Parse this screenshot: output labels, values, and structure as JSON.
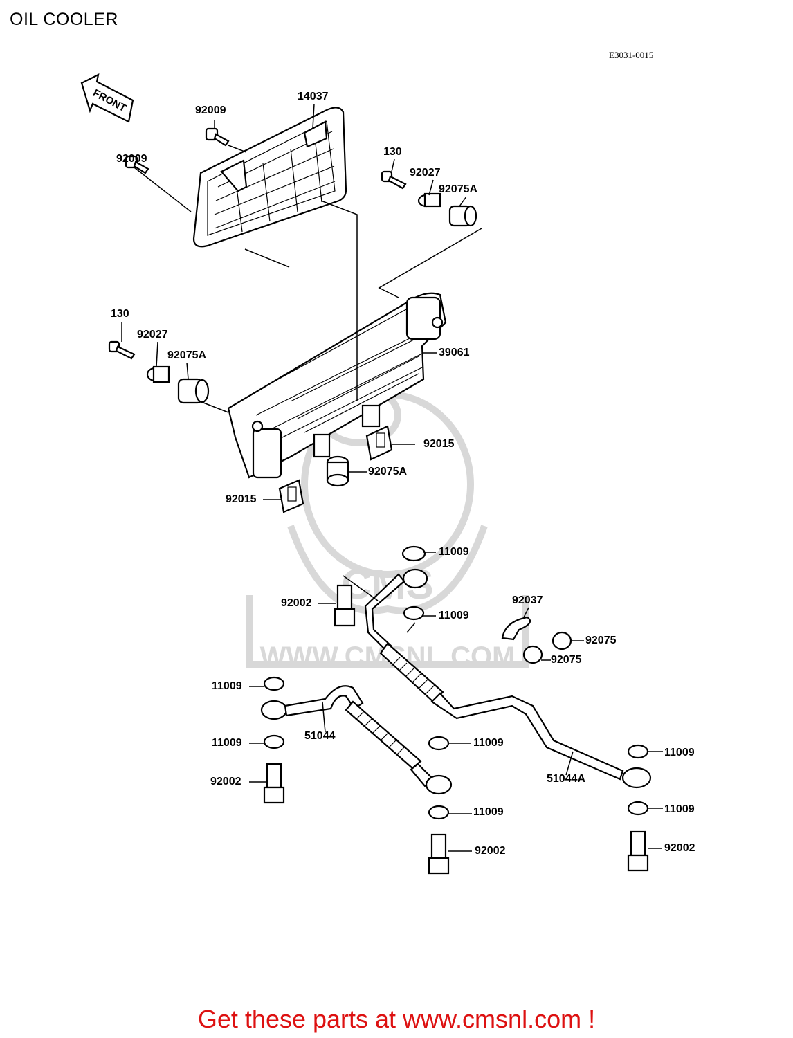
{
  "title": "OIL COOLER",
  "diagram_code": "E3031-0015",
  "front_label": "FRONT",
  "watermark": {
    "logo": "CMS",
    "url": "WWW.CMSNL.COM"
  },
  "labels": {
    "l14037": "14037",
    "l92009a": "92009",
    "l92009b": "92009",
    "l130a": "130",
    "l92027a": "92027",
    "l92075Aa": "92075A",
    "l130b": "130",
    "l92027b": "92027",
    "l92075Ab": "92075A",
    "l39061": "39061",
    "l92015a": "92015",
    "l92075Ac": "92075A",
    "l92015b": "92015",
    "l11009a": "11009",
    "l92002a": "92002",
    "l11009b": "11009",
    "l92037": "92037",
    "l92075a": "92075",
    "l92075b": "92075",
    "l11009c": "11009",
    "l51044": "51044",
    "l11009d": "11009",
    "l11009e": "11009",
    "l92002b": "92002",
    "l11009f": "11009",
    "l51044A": "51044A",
    "l11009g": "11009",
    "l11009h": "11009",
    "l92002c": "92002",
    "l92002d": "92002"
  },
  "promo": "Get these parts at www.cmsnl.com !",
  "colors": {
    "promo": "#dd1111",
    "watermark": "#d8d8d8"
  }
}
